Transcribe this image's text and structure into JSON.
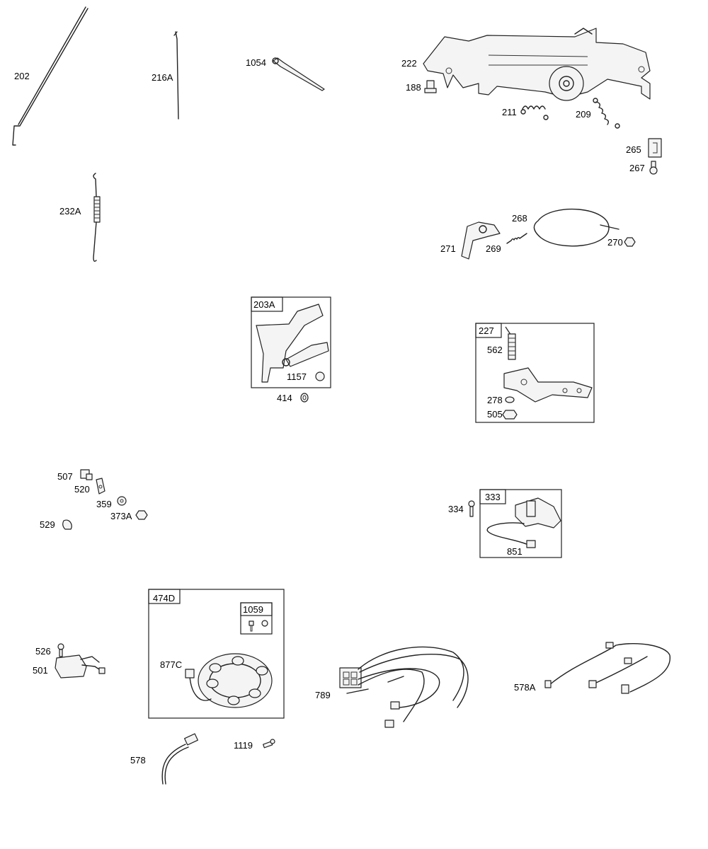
{
  "labels": {
    "p202": "202",
    "p216A": "216A",
    "p1054": "1054",
    "p222": "222",
    "p188": "188",
    "p211": "211",
    "p209": "209",
    "p265": "265",
    "p267": "267",
    "p232A": "232A",
    "p268": "268",
    "p271": "271",
    "p269": "269",
    "p270": "270",
    "p203A": "203A",
    "p1157": "1157",
    "p414": "414",
    "p227": "227",
    "p562": "562",
    "p278": "278",
    "p505": "505",
    "p507": "507",
    "p520": "520",
    "p359": "359",
    "p373A": "373A",
    "p529": "529",
    "p333": "333",
    "p334": "334",
    "p851": "851",
    "p474D": "474D",
    "p1059": "1059",
    "p877C": "877C",
    "p526": "526",
    "p501": "501",
    "p789": "789",
    "p578A": "578A",
    "p578": "578",
    "p1119": "1119"
  }
}
